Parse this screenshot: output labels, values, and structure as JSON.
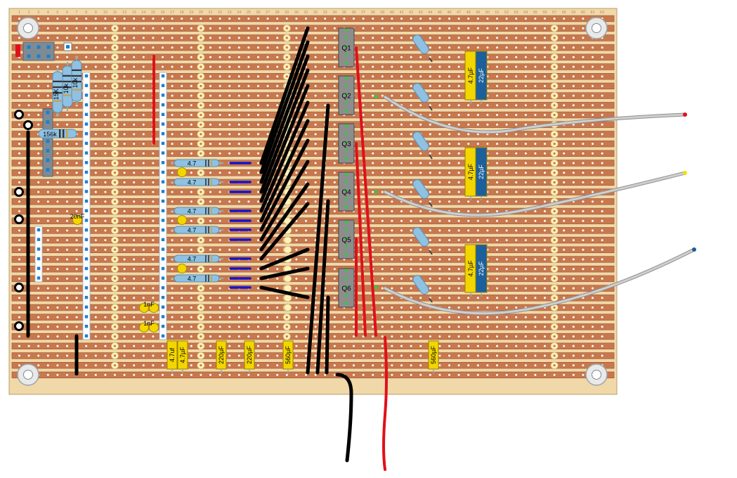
{
  "board": {
    "colors": {
      "board": "#f0d8a8",
      "strip": "#c8784e",
      "strip_edge": "#9c5533",
      "hole": "#ffffff",
      "track_cut": "#fff2b8",
      "wire_black": "#000000",
      "wire_red": "#e0101a",
      "wire_grey": "#cfcfcf",
      "resistor_body": "#8fc1e3",
      "cap_yellow": "#f3d600",
      "cap_blue": "#1c5f9a",
      "header_white": "#ffffff",
      "header_pin": "#1c7fd0",
      "transistor": "#8d8d8d"
    },
    "column_numbers": [
      "1",
      "2",
      "3",
      "4",
      "5",
      "6",
      "7",
      "8",
      "9",
      "10",
      "11",
      "12",
      "13",
      "14",
      "15",
      "16",
      "17",
      "18",
      "19",
      "20",
      "21",
      "22",
      "23",
      "24",
      "25",
      "26",
      "27",
      "28",
      "29",
      "30",
      "31",
      "32",
      "33",
      "34",
      "35",
      "36",
      "37",
      "38",
      "39",
      "40",
      "41",
      "42",
      "43",
      "44",
      "45",
      "46",
      "47",
      "48",
      "49",
      "50",
      "51",
      "52",
      "53",
      "54",
      "55",
      "56",
      "57",
      "58",
      "59",
      "60",
      "61",
      "62"
    ],
    "resistor_labels": [
      "15K",
      "10k",
      "10k",
      "156k",
      "4.7",
      "4.7",
      "4.7",
      "4.7",
      "4.7",
      "4.7"
    ],
    "capacitor_labels": [
      "20nF",
      "1nF",
      "1nF",
      "1nF",
      "1nF",
      "4.7uf",
      "4.7µF",
      "220µF",
      "220µF",
      "560µF",
      "560µF",
      "4.7µF",
      "22µF",
      "4.7µF",
      "22µF",
      "4.7µF",
      "22µF"
    ],
    "transistor_labels": [
      "Q1",
      "Q2",
      "Q3",
      "Q4",
      "Q5",
      "Q6"
    ],
    "icons": [
      "mounting-hole-icon",
      "resistor-icon",
      "capacitor-icon",
      "transistor-icon",
      "header-icon",
      "wire-icon"
    ]
  }
}
